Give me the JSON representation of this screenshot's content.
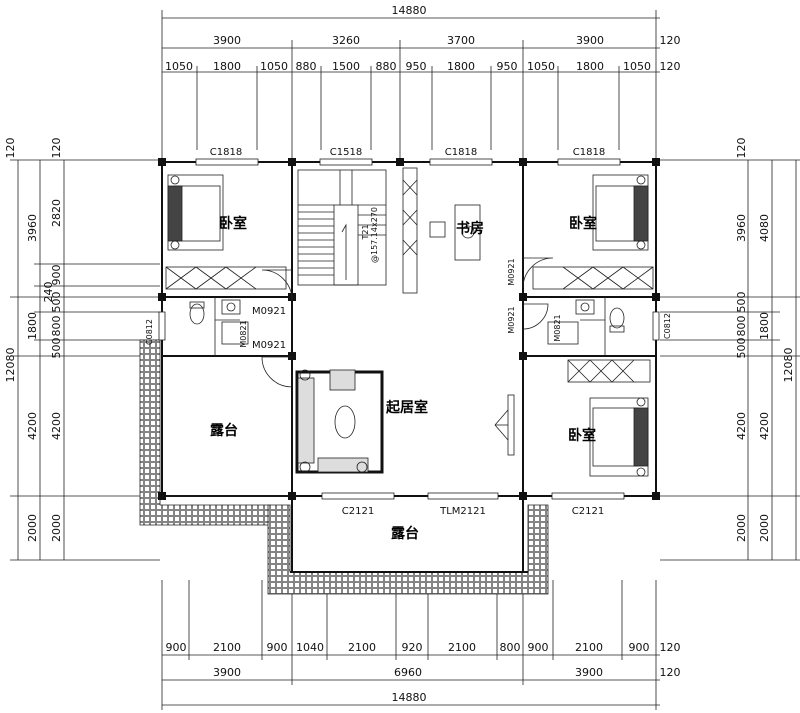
{
  "dims_top": {
    "total": "14880",
    "row2": [
      "3900",
      "3260",
      "3700",
      "3900"
    ],
    "row3": [
      "1050",
      "1800",
      "1050",
      "880",
      "1500",
      "880",
      "950",
      "1800",
      "950",
      "1050",
      "1800",
      "1050"
    ],
    "edge": "120"
  },
  "dims_bottom": {
    "row1": [
      "900",
      "2100",
      "900",
      "1040",
      "2100",
      "920",
      "2100",
      "800",
      "900",
      "2100",
      "900"
    ],
    "row2": [
      "3900",
      "6960",
      "3900"
    ],
    "total": "14880",
    "edge": "120"
  },
  "dims_left": {
    "outer": [
      "3960",
      "1800",
      "4200",
      "2000"
    ],
    "inner": [
      "2820",
      "900",
      "240",
      "500",
      "800",
      "500",
      "4200",
      "2000"
    ],
    "total": "12080",
    "edge": "120"
  },
  "dims_right": {
    "outer": [
      "4080",
      "1800",
      "4200",
      "2000"
    ],
    "inner": [
      "3960",
      "500",
      "800",
      "500",
      "4200",
      "2000"
    ],
    "total": "12080",
    "edge": "120"
  },
  "windows": {
    "w1": "C1818",
    "w2": "C1518",
    "w3": "C1818",
    "w4": "C1818",
    "w5": "C2121",
    "w6": "TLM2121",
    "w7": "C2121",
    "w8": "C0812",
    "w9": "C0812"
  },
  "doors": {
    "d1": "M0921",
    "d2": "M0921",
    "d3": "M0821",
    "d4": "M0921",
    "d5": "M0921",
    "d6": "M0821"
  },
  "rooms": {
    "bedroom_tl": "卧室",
    "bedroom_tr": "卧室",
    "bedroom_br": "卧室",
    "study": "书房",
    "living": "起居室",
    "terrace_left": "露台",
    "terrace_bottom": "露台"
  },
  "stair_note": "@157.14x270",
  "stair_count": "T21"
}
